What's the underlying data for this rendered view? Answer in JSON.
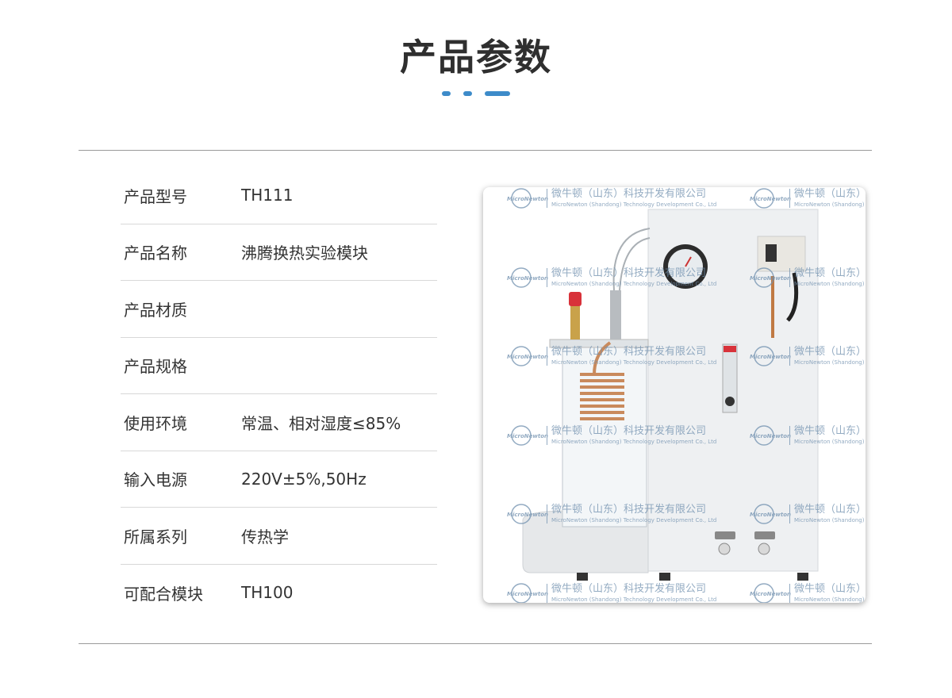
{
  "page_title": "产品参数",
  "specs": [
    {
      "label": "产品型号",
      "value": "TH111"
    },
    {
      "label": "产品名称",
      "value": "沸腾换热实验模块"
    },
    {
      "label": "产品材质",
      "value": ""
    },
    {
      "label": "产品规格",
      "value": ""
    },
    {
      "label": "使用环境",
      "value": "常温、相对湿度≤85%"
    },
    {
      "label": "输入电源",
      "value": "220V±5%,50Hz"
    },
    {
      "label": "所属系列",
      "value": "传热学"
    },
    {
      "label": "可配合模块",
      "value": "TH100"
    }
  ],
  "watermark": {
    "logo": "MicroNewton",
    "cn": "微牛顿（山东）科技开发有限公司",
    "en": "MicroNewton (Shandong) Technology Development Co., Ltd"
  },
  "colors": {
    "accent": "#3d8bc9",
    "text": "#333333",
    "divider": "#d8d8d8"
  }
}
